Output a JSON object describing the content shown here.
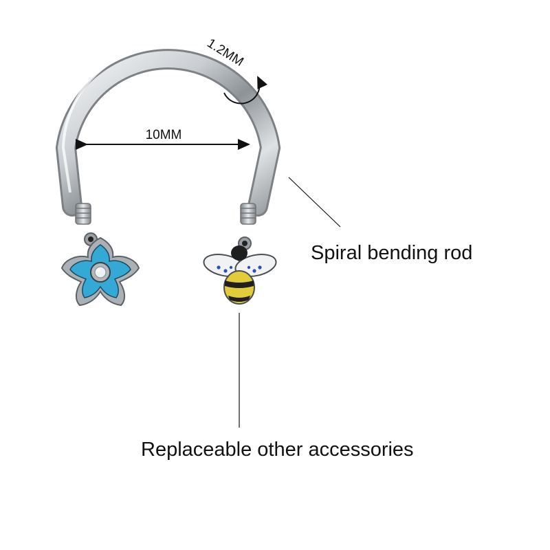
{
  "dimensions": {
    "width_label": "10MM",
    "thickness_label": "1.2MM"
  },
  "callouts": {
    "rod_label": "Spiral bending rod",
    "accessories_label": "Replaceable other accessories"
  },
  "colors": {
    "metal_dark": "#8a8f94",
    "metal_light": "#f4f6f7",
    "flower_blue": "#35a9d6",
    "bee_yellow": "#e2cc3a",
    "bee_wing_dots": "#2c4fb8",
    "line": "#111111"
  },
  "icons": {
    "left_end": "flower-charm-icon",
    "right_end": "bee-charm-icon",
    "thickness": "curved-arrow-icon"
  }
}
